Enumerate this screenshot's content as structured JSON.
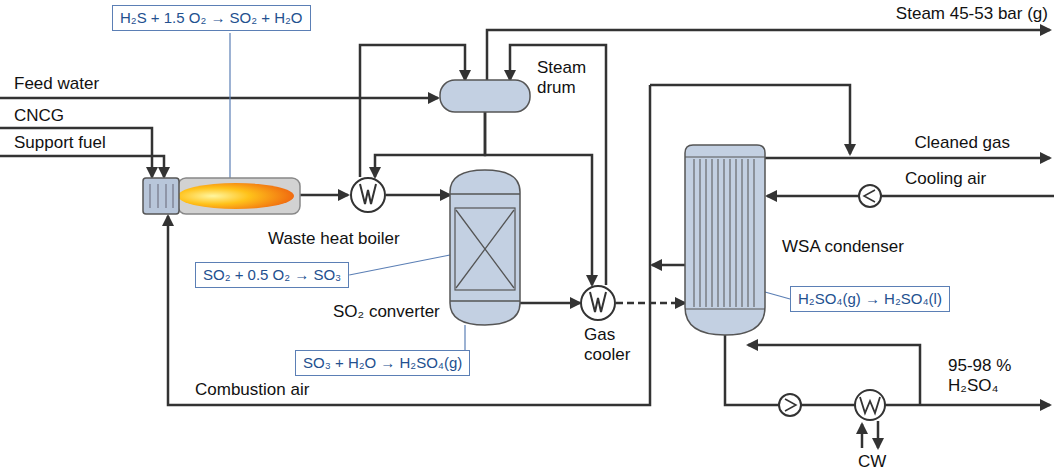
{
  "diagram": {
    "nodes": [
      {
        "text": [
          "H₂S + 1.5 O₂ → SO₂ + H₂O"
        ]
      },
      {
        "text": [
          "Steam drum"
        ]
      },
      {
        "text": [
          "Waste heat boiler"
        ]
      },
      {
        "text": [
          "SO₂ converter"
        ]
      },
      {
        "text": [
          "SO₂ + 0.5 O₂ → SO₃"
        ]
      },
      {
        "text": [
          "Gas cooler"
        ]
      },
      {
        "text": [
          "WSA condenser"
        ]
      },
      {
        "text": [
          "SO₃ + H₂O → H₂SO₄(g)"
        ]
      },
      {
        "text": [
          "H₂SO₄(g) → H₂SO₄(l)"
        ]
      }
    ],
    "edges": [
      {
        "from": 2,
        "to": 3,
        "arrow": "to"
      },
      {
        "from": 3,
        "to": 5,
        "arrow": "to"
      },
      {
        "from": 5,
        "to": 6,
        "arrow": "to"
      },
      {
        "from": 1,
        "to": 2,
        "arrow": "to"
      },
      {
        "from": 2,
        "to": 1,
        "arrow": "to"
      },
      {
        "from": 1,
        "to": 5,
        "arrow": "to"
      },
      {
        "from": 5,
        "to": 1,
        "arrow": "to"
      },
      {
        "from": 4,
        "to": 3,
        "arrow": "none"
      },
      {
        "from": 7,
        "to": 3,
        "arrow": "none"
      },
      {
        "from": 8,
        "to": 6,
        "arrow": "none"
      }
    ],
    "labels": [
      "Steam 45-53 bar (g)",
      "Feed water",
      "CNCG",
      "Support fuel",
      "Cleaned gas",
      "Cooling air",
      "Combustion air",
      "95-98 % H₂SO₄",
      "CW"
    ]
  }
}
